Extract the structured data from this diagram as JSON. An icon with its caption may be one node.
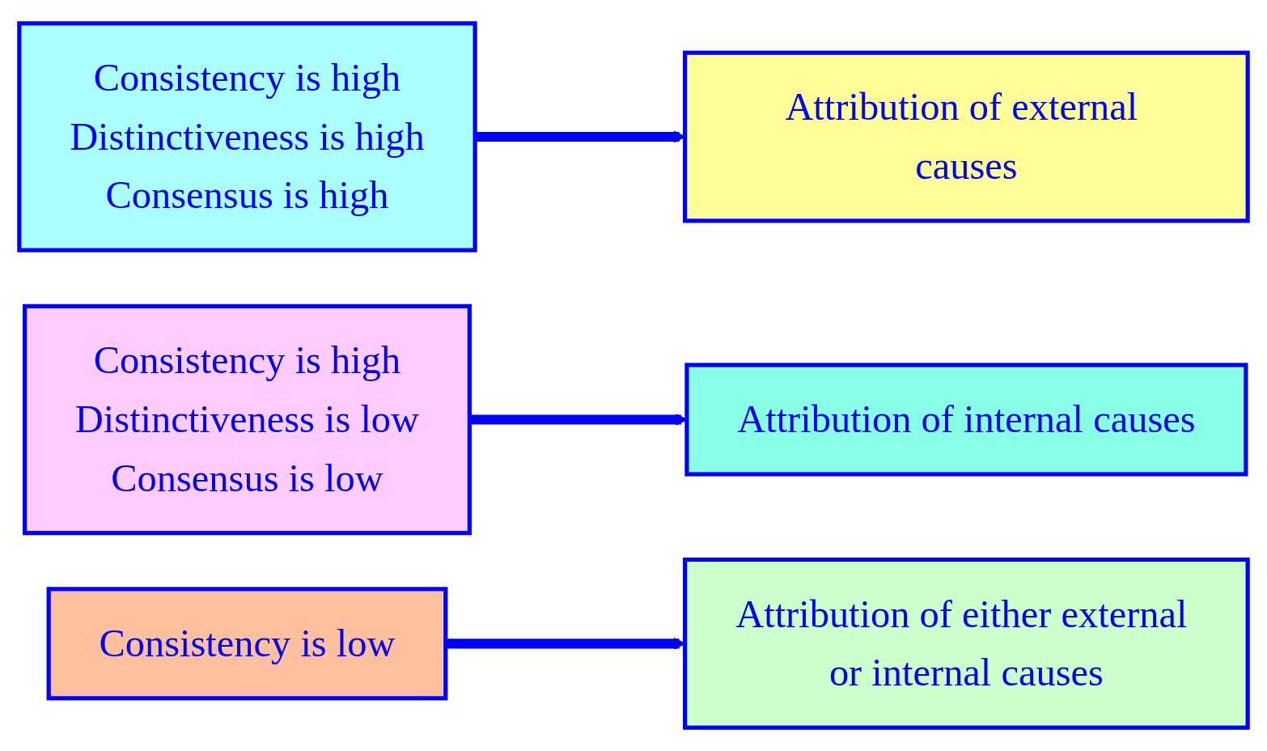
{
  "diagram": {
    "nodes": [
      {
        "text": [
          "Consistency is high",
          "Distinctiveness is high",
          "Consensus is high"
        ]
      },
      {
        "text": [
          "Attribution of external causes"
        ]
      },
      {
        "text": [
          "Consistency is high",
          "Distinctiveness is low",
          "Consensus is low"
        ]
      },
      {
        "text": [
          "Attribution of internal causes"
        ]
      },
      {
        "text": [
          "Consistency is low"
        ]
      },
      {
        "text": [
          "Attribution of either external or internal causes"
        ]
      }
    ],
    "edges": [
      {
        "from": 0,
        "to": 1,
        "arrow": "to"
      },
      {
        "from": 2,
        "to": 3,
        "arrow": "to"
      },
      {
        "from": 4,
        "to": 5,
        "arrow": "to"
      }
    ]
  }
}
